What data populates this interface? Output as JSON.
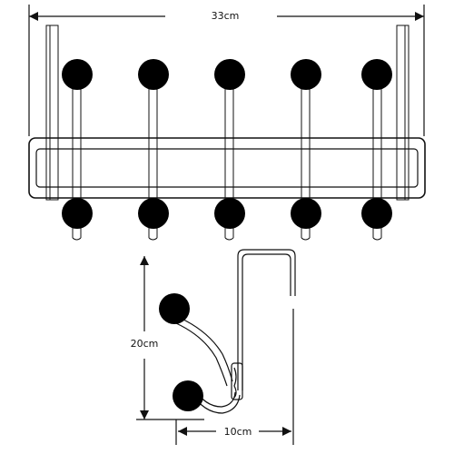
{
  "dimensions": {
    "width_label": "33cm",
    "height_label": "20cm",
    "depth_label": "10cm"
  },
  "colors": {
    "line": "#111111",
    "knob": "#000000",
    "background": "#ffffff"
  },
  "hooks": {
    "count": 5
  }
}
